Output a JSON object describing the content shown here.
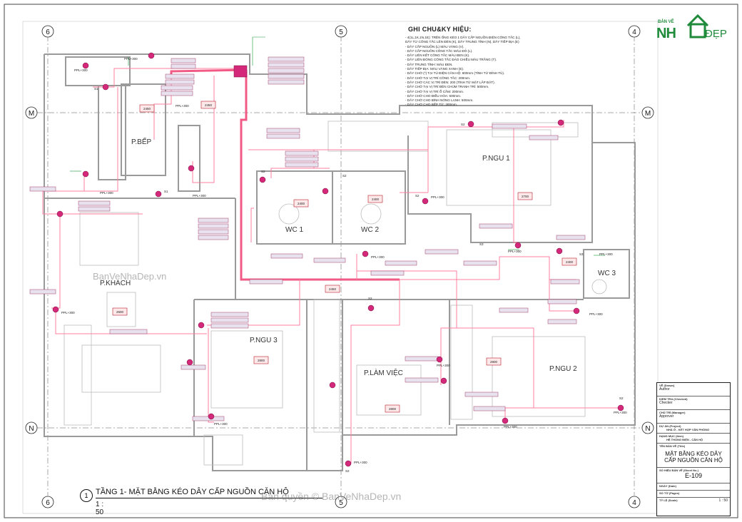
{
  "grid": {
    "columns": [
      "6",
      "5",
      "4"
    ],
    "rows": [
      "M",
      "N"
    ]
  },
  "rooms": {
    "bep": "P.BẾP",
    "ngu1": "P.NGU 1",
    "wc1": "WC 1",
    "wc2": "WC 2",
    "wc3": "WC 3",
    "khach": "P.KHACH",
    "ngu3": "P.NGU 3",
    "lamviec": "P.LÀM VIỆC",
    "ngu2": "P.NGU 2"
  },
  "notes": {
    "title": "GHI CHU&KY HIỆU:",
    "lines": [
      "- 4(1L,1K,1N,1E): TRÊN ỐNG KÉO 1 DÂY CẤP NGUỒN ĐIỆN CÔNG TẮC (L),",
      "DÂY TỪ CÔNG TẮC LÊN ĐÈN (K), DÂY TRUNG TÍNH (N), DÂY TIẾP ĐỊA (E)",
      "- DÂY CẤP NGUỒN (L) MÀU VÀNG (V).",
      "- DÂY CẤP NGUỒN CÔNG TẮC MÀU ĐỎ (L).",
      "- DÂY LIÊN KẾT CÔNG TẮC MÀU ĐEN (K).",
      "- DÂY LIÊN ĐÓNG CÔNG TẮC ĐẢO CHIỀU MÀU TRẮNG (T).",
      "- DÂY TRUNG TÍNH: MÀU ĐEN.",
      "- DÂY TIẾP ĐỊA: MÀU VÀNG XANH (E).",
      "",
      "- DÂY CHỜ (*) TẠI TỦ ĐIỆN CĂN HỘ: 600mm (TÍNH TỪ ĐỈNH TỦ).",
      "- DÂY CHỜ TẠI VỊ TRÍ CÔNG TẮC: 200mm.",
      "- DÂY CHỜ CÁC VỊ TRÍ ĐÈN: 200 (TÍNH TỪ MẶT LẮP ĐẶT).",
      "- DÂY CHỜ TẠI VỊ TRÍ ĐÈN CHÙM TRANH TRÍ: 500mm.",
      "- DÂY CHỜ TẠI VỊ TRÍ Ổ CẮM: 200mm.",
      "- DÂY CHỜ CHO ĐIỀU HÒA: 600mm.",
      "- DÂY CHỜ CHO BÌNH NÓNG LẠNH: 500mm.",
      "- DÂY CHỜ CHO BẾP TỪ: 300mm."
    ]
  },
  "plan_title": {
    "number": "1",
    "title": "TẦNG 1- MẶT BẰNG KÉO DÂY CẤP NGUỒN CĂN HỘ",
    "scale": "1 : 50"
  },
  "title_block": {
    "rows": [
      {
        "label": "VẼ (Drawn)",
        "value": "Author"
      },
      {
        "label": "KIỂM TRA (Checked)",
        "value": "Checker"
      },
      {
        "label": "CHỦ TRÌ (Manager)",
        "value": "Approver"
      },
      {
        "label": "DỰ ÁN (Project)",
        "value": "NHÀ Ở - KẾT HỢP VĂN PHÒNG"
      },
      {
        "label": "HẠNG MỤC (Item)",
        "value": "HỆ THỐNG ĐIỆN - CĂN HỘ"
      },
      {
        "label": "TÊN BẢN VẼ (Title)",
        "value": ""
      }
    ],
    "drawing_title": "MẶT BẰNG KÉO DÂY CẤP NGUỒN CĂN HỘ",
    "sheet_label": "SỐ HIỆU BẢN VẼ (Sheet No.)",
    "sheet_no": "E-109",
    "date_label": "NGÀY (Date)",
    "page_label": "SỐ TỜ (Pages)",
    "scale_label": "TỶ LỆ (Scale)",
    "scale_value": "1 : 50"
  },
  "logo": {
    "top": "BẢN VẼ",
    "nh": "NH",
    "dep": "ĐẸP"
  },
  "watermarks": {
    "center": "BanVeNhaDep.vn",
    "bottom": "Bản quyền © BanVeNhaDep.vn"
  },
  "colors": {
    "wire": "#ff7f9f",
    "wire_main": "#f25a85",
    "device": "#d4287a",
    "label_fill": "#e8e2ee",
    "tag": "#b8212a",
    "green": "#1c9a3a",
    "wall": "#9a9a9a"
  },
  "device_tags": {
    "t2400": "2400",
    "t2450": "2450",
    "t2600": "2600",
    "t2700": "2700",
    "t2800": "2800",
    "ppl": "PPL+300",
    "s1": "S1",
    "s2": "S2",
    "s3": "S3"
  }
}
